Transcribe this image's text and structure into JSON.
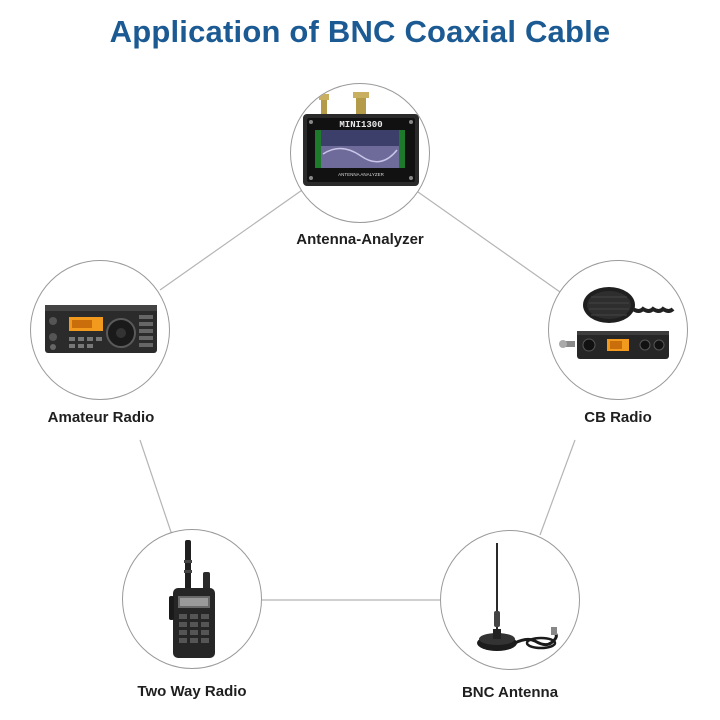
{
  "title": "Application of BNC Coaxial Cable",
  "nodes": [
    {
      "id": "antenna-analyzer",
      "label": "Antenna-Analyzer",
      "icon": "antenna-analyzer-icon",
      "screen_text": "MINI1300",
      "sub_text": "ANTENNA ANALYZER"
    },
    {
      "id": "amateur-radio",
      "label": "Amateur Radio",
      "icon": "amateur-radio-icon"
    },
    {
      "id": "cb-radio",
      "label": "CB Radio",
      "icon": "cb-radio-icon"
    },
    {
      "id": "two-way-radio",
      "label": "Two Way Radio",
      "icon": "walkie-talkie-icon"
    },
    {
      "id": "bnc-antenna",
      "label": "BNC Antenna",
      "icon": "bnc-antenna-icon"
    }
  ],
  "colors": {
    "title": "#1b5a93",
    "connector": "#b5b5b5",
    "circle_border": "#9a9a9a",
    "display_orange": "#f29a1d"
  }
}
